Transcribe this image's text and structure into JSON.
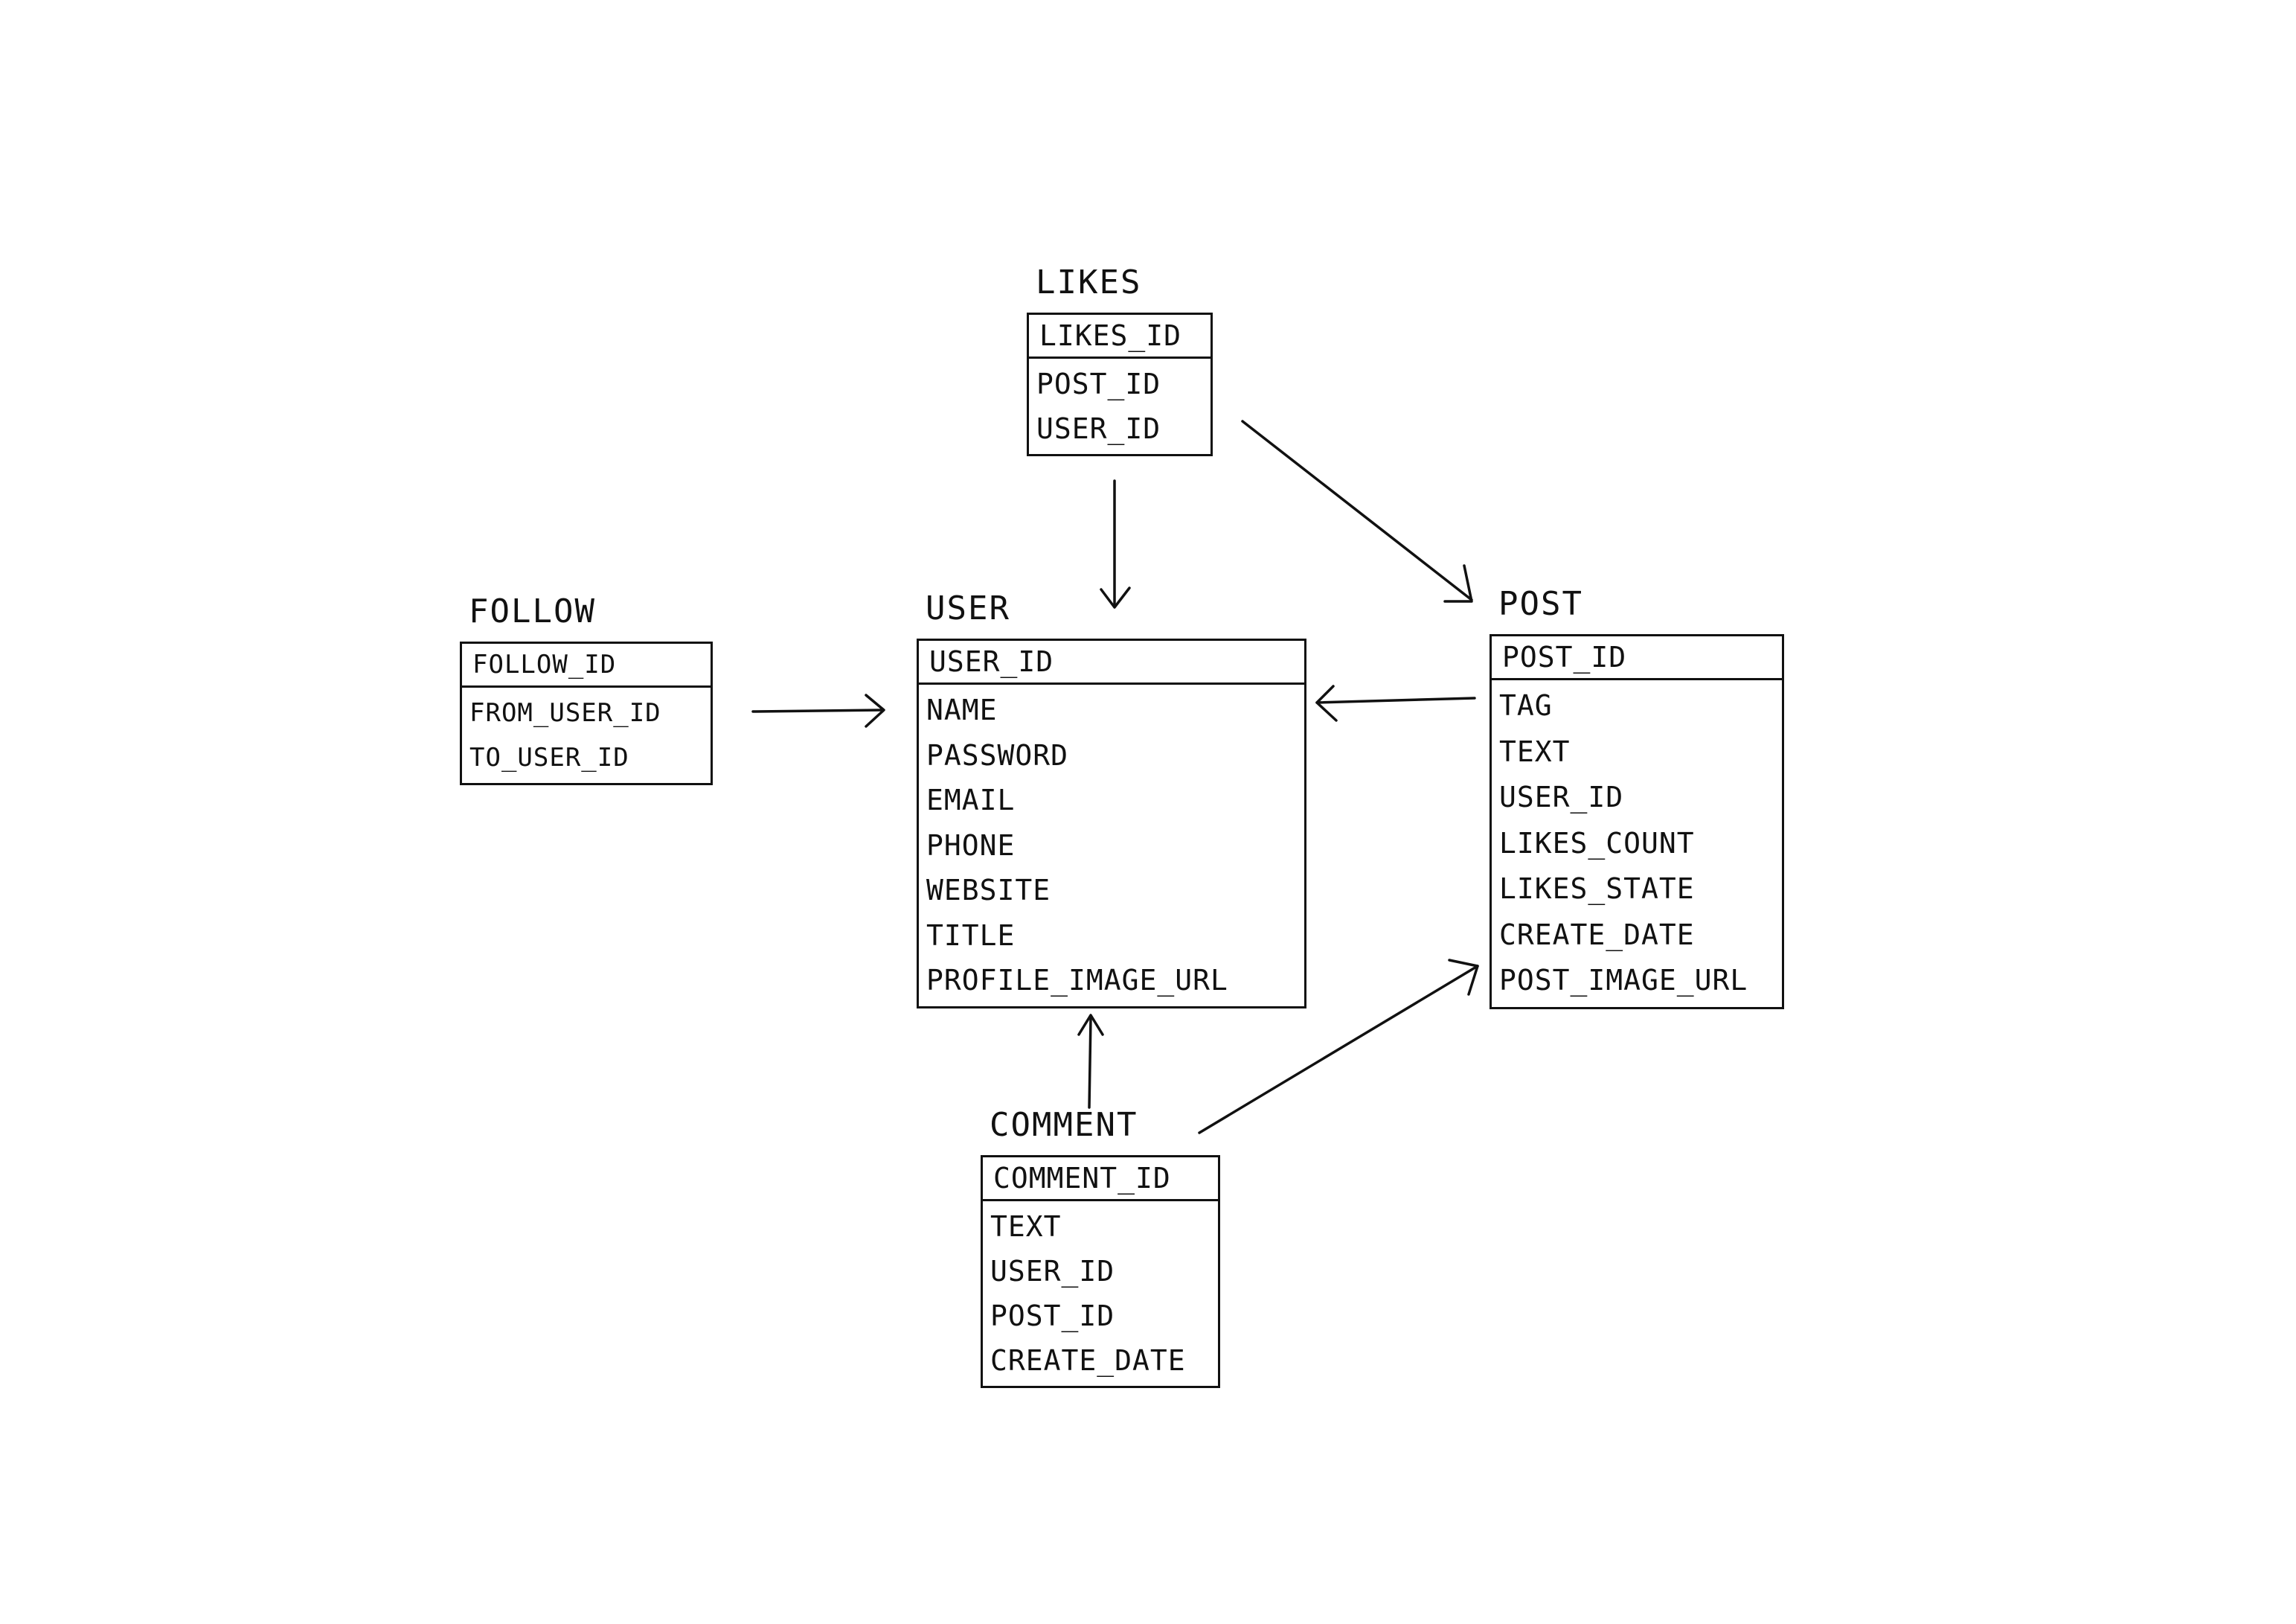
{
  "entities": [
    {
      "id": "likes",
      "title": "LIKES",
      "primary_key": "LIKES_ID",
      "attributes": [
        "POST_ID",
        "USER_ID"
      ]
    },
    {
      "id": "follow",
      "title": "FOLLOW",
      "primary_key": "FOLLOW_ID",
      "attributes": [
        "FROM_USER_ID",
        "TO_USER_ID"
      ]
    },
    {
      "id": "user",
      "title": "USER",
      "primary_key": "USER_ID",
      "attributes": [
        "NAME",
        "PASSWORD",
        "EMAIL",
        "PHONE",
        "WEBSITE",
        "TITLE",
        "PROFILE_IMAGE_URL"
      ]
    },
    {
      "id": "post",
      "title": "POST",
      "primary_key": "POST_ID",
      "attributes": [
        "TAG",
        "TEXT",
        "USER_ID",
        "LIKES_COUNT",
        "LIKES_STATE",
        "CREATE_DATE",
        "POST_IMAGE_URL"
      ]
    },
    {
      "id": "comment",
      "title": "COMMENT",
      "primary_key": "COMMENT_ID",
      "attributes": [
        "TEXT",
        "USER_ID",
        "POST_ID",
        "CREATE_DATE"
      ]
    }
  ],
  "relationships": [
    {
      "from": "likes",
      "to": "user"
    },
    {
      "from": "likes",
      "to": "post"
    },
    {
      "from": "follow",
      "to": "user"
    },
    {
      "from": "post",
      "to": "user"
    },
    {
      "from": "comment",
      "to": "user"
    },
    {
      "from": "comment",
      "to": "post"
    }
  ],
  "colors": {
    "ink": "#111111",
    "background": "#ffffff"
  }
}
